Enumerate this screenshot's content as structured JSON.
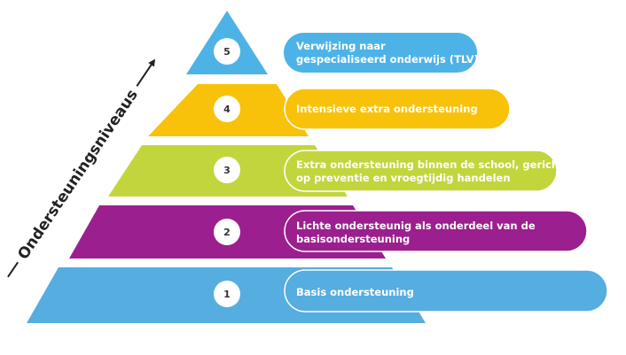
{
  "axis_label": "Ondersteuningsniveaus",
  "colors": {
    "level5": "#4db3e6",
    "level4": "#f9c20a",
    "level3": "#c3d53c",
    "level2": "#9b1f8e",
    "level1": "#56ade0"
  },
  "levels": [
    {
      "number": "5",
      "lines": [
        "Verwijzing naar",
        "gespecialiseerd onderwijs (TLV)"
      ]
    },
    {
      "number": "4",
      "lines": [
        "Intensieve extra ondersteuning"
      ]
    },
    {
      "number": "3",
      "lines": [
        "Extra ondersteuning binnen de school, gericht",
        "op preventie en vroegtijdig handelen"
      ]
    },
    {
      "number": "2",
      "lines": [
        "Lichte ondersteunig als onderdeel van de",
        "basisondersteuning"
      ]
    },
    {
      "number": "1",
      "lines": [
        "Basis ondersteuning"
      ]
    }
  ]
}
